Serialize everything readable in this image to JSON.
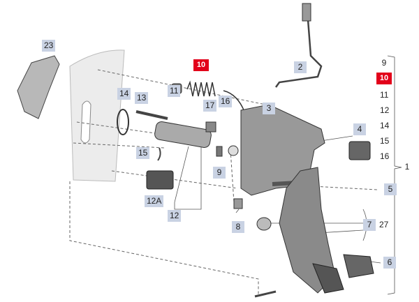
{
  "diagram": {
    "callouts": [
      {
        "id": "c23",
        "text": "23"
      },
      {
        "id": "c10top",
        "text": "10",
        "highlight": true
      },
      {
        "id": "c2",
        "text": "2"
      },
      {
        "id": "c14",
        "text": "14"
      },
      {
        "id": "c13",
        "text": "13"
      },
      {
        "id": "c11",
        "text": "11"
      },
      {
        "id": "c17",
        "text": "17"
      },
      {
        "id": "c16",
        "text": "16"
      },
      {
        "id": "c3",
        "text": "3"
      },
      {
        "id": "c4",
        "text": "4"
      },
      {
        "id": "c15",
        "text": "15"
      },
      {
        "id": "c9mid",
        "text": "9"
      },
      {
        "id": "c12a",
        "text": "12A"
      },
      {
        "id": "c12",
        "text": "12"
      },
      {
        "id": "c8",
        "text": "8"
      },
      {
        "id": "c5",
        "text": "5"
      },
      {
        "id": "c7",
        "text": "7"
      },
      {
        "id": "c27",
        "text": "27"
      },
      {
        "id": "c6",
        "text": "6"
      },
      {
        "id": "c1",
        "text": "1"
      }
    ],
    "assembly_list": [
      "9",
      "10",
      "11",
      "12",
      "14",
      "15",
      "16"
    ],
    "assembly_highlight": "10",
    "colors": {
      "label_bg": "#c9d2e3",
      "highlight": "#e2001a",
      "line": "#555555"
    }
  }
}
